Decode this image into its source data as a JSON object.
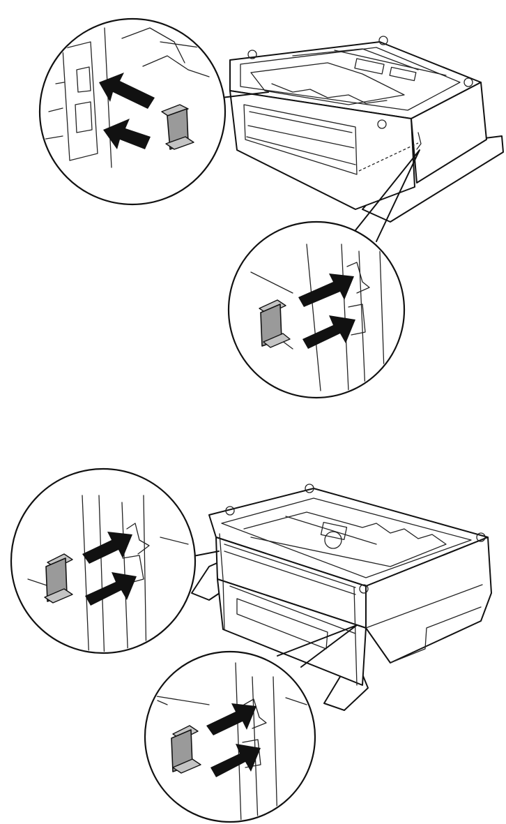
{
  "figures": [
    {
      "id": "top",
      "subject": "optional-paper-cassette-unit",
      "callouts": [
        {
          "id": "upper-left",
          "shows": "locking-clip-left",
          "arrow_count": 2,
          "clip_color": "#9a9a9a"
        },
        {
          "id": "lower-right",
          "shows": "locking-clip-right",
          "arrow_count": 2,
          "clip_color": "#9a9a9a"
        }
      ]
    },
    {
      "id": "bottom",
      "subject": "cassette-unit-with-stabilizer-feet",
      "callouts": [
        {
          "id": "upper-left",
          "shows": "locking-clip-left",
          "arrow_count": 2,
          "clip_color": "#9a9a9a"
        },
        {
          "id": "lower-right",
          "shows": "locking-clip-right",
          "arrow_count": 2,
          "clip_color": "#9a9a9a"
        }
      ]
    }
  ],
  "colors": {
    "line": "#111111",
    "clip": "#9a9a9a",
    "background": "#ffffff"
  }
}
